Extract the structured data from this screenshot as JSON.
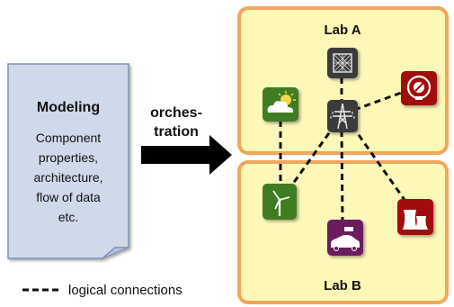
{
  "document": {
    "title": "Modeling",
    "lines": [
      "Component",
      "properties,",
      "architecture,",
      "flow of data",
      "etc."
    ]
  },
  "arrow": {
    "lines": [
      "orches-",
      "tration"
    ]
  },
  "labs": [
    {
      "name": "Lab A"
    },
    {
      "name": "Lab B"
    }
  ],
  "legend": {
    "label": "logical connections"
  },
  "nodes": [
    {
      "id": "solar-panel",
      "icon": "solar-panel-icon",
      "color": "#3b3b3b"
    },
    {
      "id": "transmission-tower",
      "icon": "transmission-tower-icon",
      "color": "#3b3b3b"
    },
    {
      "id": "weather",
      "icon": "weather-sun-cloud-icon",
      "color": "#3f7d20"
    },
    {
      "id": "power-plant",
      "icon": "power-plant-icon",
      "color": "#a10f0f"
    },
    {
      "id": "wind-turbine",
      "icon": "wind-turbine-icon",
      "color": "#3f7d20"
    },
    {
      "id": "electric-car",
      "icon": "electric-car-icon",
      "color": "#6b1f5f"
    },
    {
      "id": "cooling-tower",
      "icon": "cooling-tower-icon",
      "color": "#a10f0f"
    }
  ],
  "colors": {
    "lab_fill": "#fdf7b8",
    "lab_border": "#f2a65a",
    "doc_fill": "#cfd9ea",
    "doc_border": "#7d90b5"
  }
}
